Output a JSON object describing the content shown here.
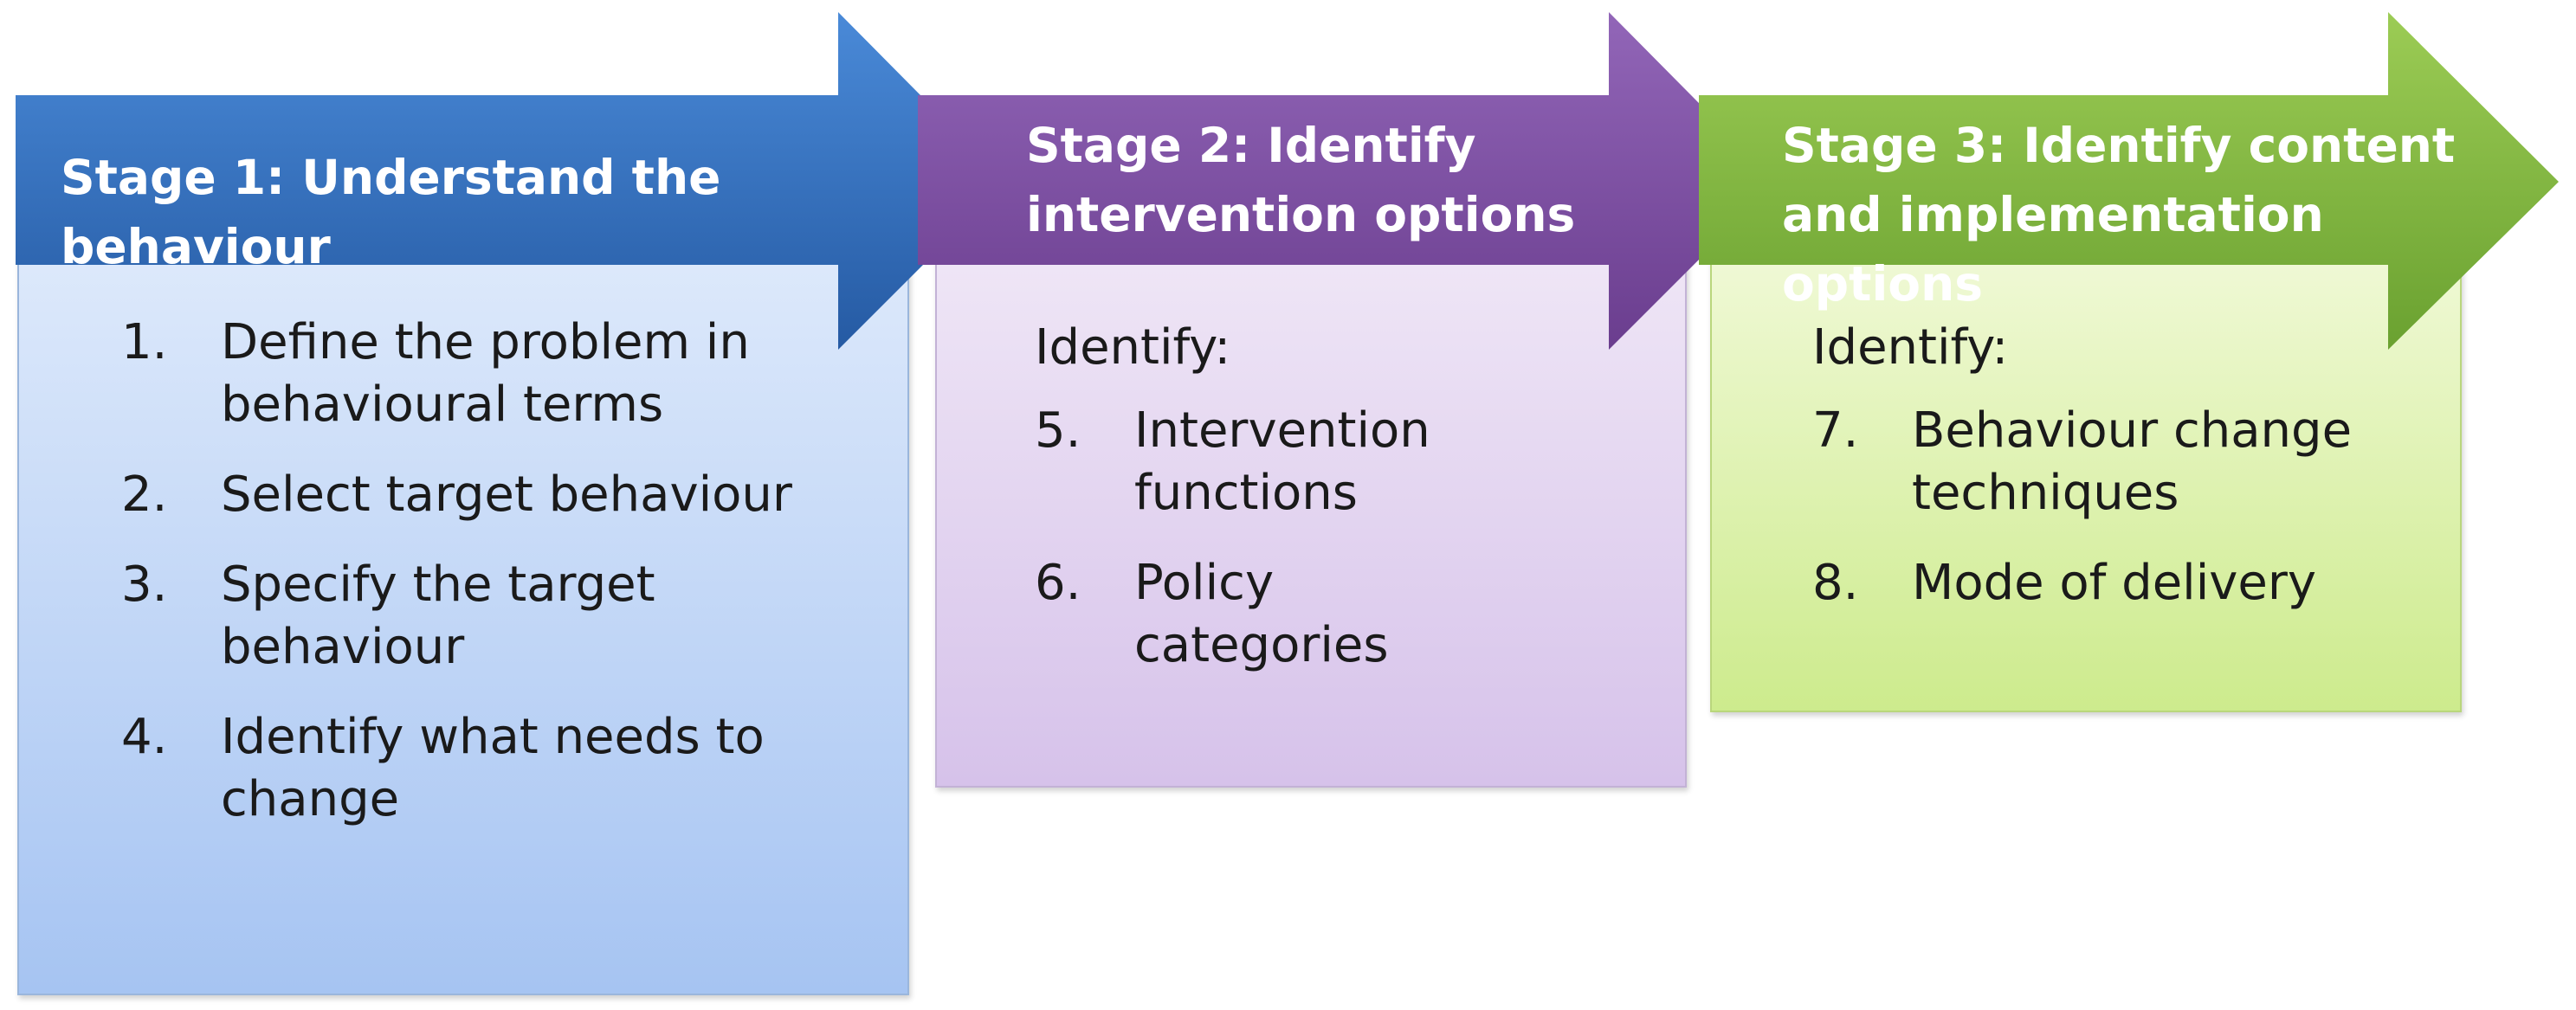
{
  "colors": {
    "stage1_arrow": "#2f6bb8",
    "stage2_arrow": "#7b4a9e",
    "stage3_arrow": "#7cb342",
    "stage1_box": "#b8d0f5",
    "stage2_box": "#e2d5ef",
    "stage3_box": "#dff2b0"
  },
  "stages": [
    {
      "title": "Stage 1: Understand the behaviour",
      "lead": "",
      "steps": [
        {
          "num": "1.",
          "text": "Define the problem in behavioural terms"
        },
        {
          "num": "2.",
          "text": "Select target behaviour"
        },
        {
          "num": "3.",
          "text": "Specify the target behaviour"
        },
        {
          "num": "4.",
          "text": "Identify what needs to change"
        }
      ]
    },
    {
      "title": "Stage 2: Identify intervention options",
      "lead": "Identify:",
      "steps": [
        {
          "num": "5.",
          "text": "Intervention functions"
        },
        {
          "num": "6.",
          "text": "Policy categories"
        }
      ]
    },
    {
      "title": "Stage 3: Identify content and implementation options",
      "lead": "Identify:",
      "steps": [
        {
          "num": "7.",
          "text": "Behaviour change techniques"
        },
        {
          "num": "8.",
          "text": "Mode of delivery"
        }
      ]
    }
  ]
}
